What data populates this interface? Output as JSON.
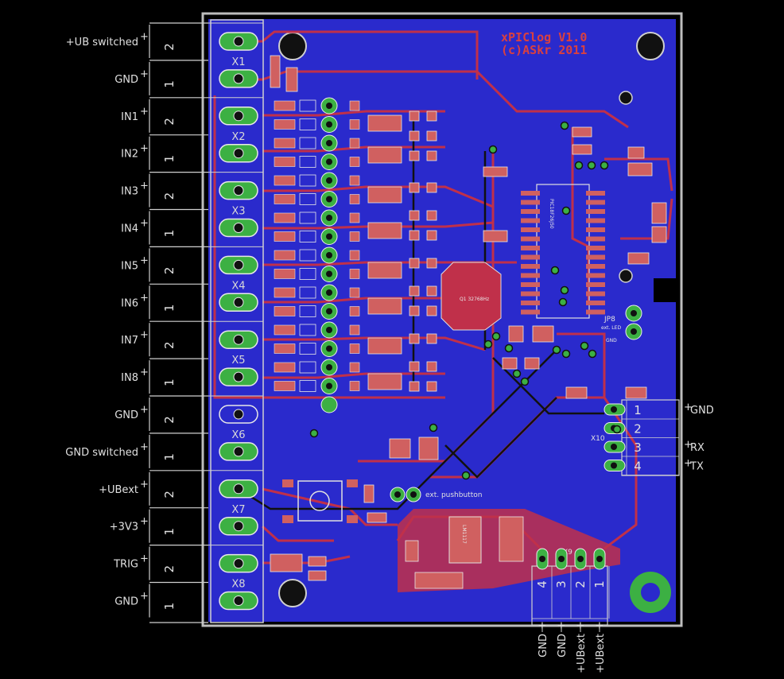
{
  "title": {
    "line1": "xPIClog V1.0",
    "line2": "(c)ASkr 2011"
  },
  "colors": {
    "board": "#2a2acc",
    "trace": "#c0304a",
    "pad": "#3cb043",
    "silk": "#e0e0e0",
    "outline": "#bdbdbd"
  },
  "left_terminals": [
    {
      "label": "+UB switched",
      "pin": "2",
      "ref": "X1"
    },
    {
      "label": "GND",
      "pin": "1",
      "ref": ""
    },
    {
      "label": "IN1",
      "pin": "2",
      "ref": "X2"
    },
    {
      "label": "IN2",
      "pin": "1",
      "ref": ""
    },
    {
      "label": "IN3",
      "pin": "2",
      "ref": "X3"
    },
    {
      "label": "IN4",
      "pin": "1",
      "ref": ""
    },
    {
      "label": "IN5",
      "pin": "2",
      "ref": "X4"
    },
    {
      "label": "IN6",
      "pin": "1",
      "ref": ""
    },
    {
      "label": "IN7",
      "pin": "2",
      "ref": "X5"
    },
    {
      "label": "IN8",
      "pin": "1",
      "ref": ""
    },
    {
      "label": "GND",
      "pin": "2",
      "ref": "X6"
    },
    {
      "label": "GND switched",
      "pin": "1",
      "ref": ""
    },
    {
      "label": "+UBext",
      "pin": "2",
      "ref": "X7"
    },
    {
      "label": "+3V3",
      "pin": "1",
      "ref": ""
    },
    {
      "label": "TRIG",
      "pin": "2",
      "ref": "X8"
    },
    {
      "label": "GND",
      "pin": "1",
      "ref": ""
    }
  ],
  "x10": {
    "ref": "X10",
    "pins": [
      {
        "num": "1",
        "label": "GND"
      },
      {
        "num": "2",
        "label": ""
      },
      {
        "num": "3",
        "label": "RX"
      },
      {
        "num": "4",
        "label": "TX"
      }
    ]
  },
  "x9": {
    "ref": "X9",
    "pins": [
      {
        "num": "4",
        "label": "GND"
      },
      {
        "num": "3",
        "label": "GND"
      },
      {
        "num": "2",
        "label": "+UBext"
      },
      {
        "num": "1",
        "label": "+UBext"
      }
    ]
  },
  "jp8": {
    "ref": "JP8",
    "text": "ext. LED",
    "gnd": "GND"
  },
  "pushbutton": {
    "text": "ext. pushbutton"
  },
  "crystal": {
    "value": "Q1 32768Hz"
  },
  "mcu": {
    "value": "PIC18F26J50"
  },
  "regulator": {
    "value": "LM1117"
  },
  "marks": {
    "plus": "+"
  }
}
